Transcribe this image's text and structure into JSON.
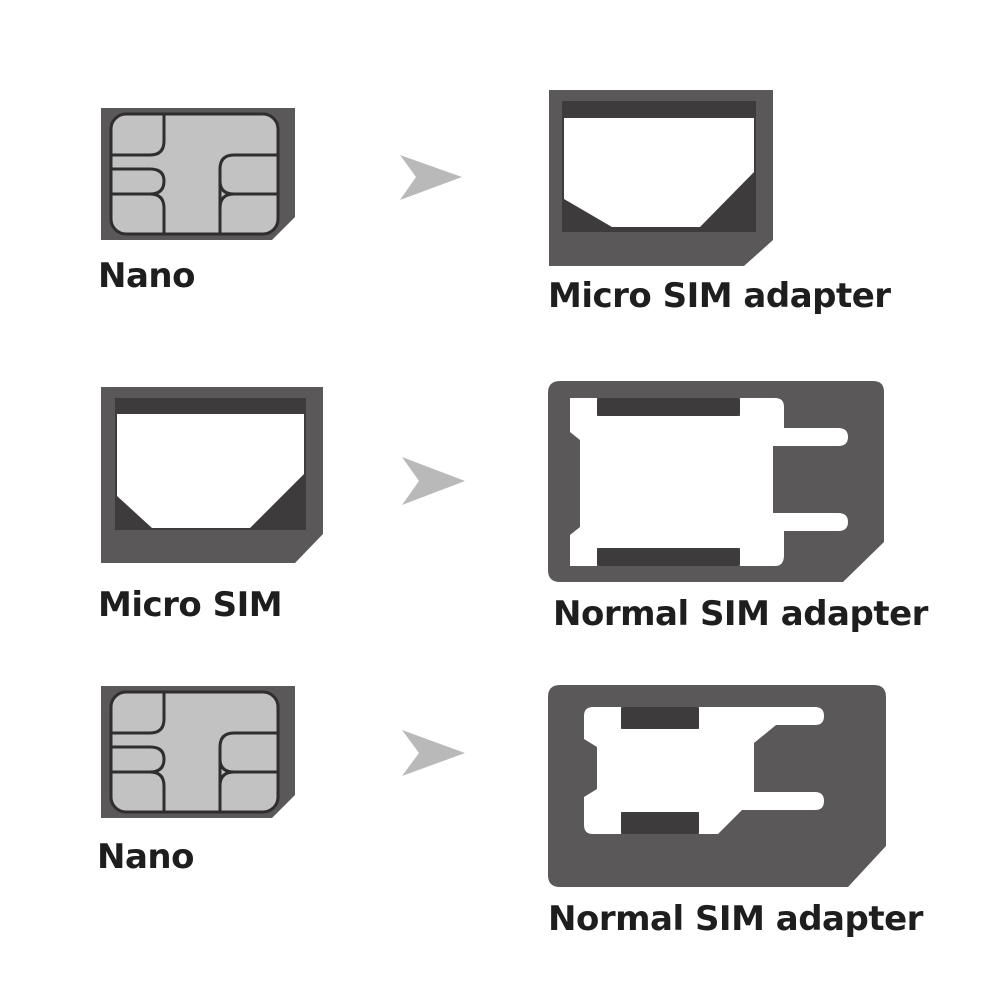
{
  "colors": {
    "card": "#5b5859",
    "card_dark": "#3e3b3c",
    "chip_fill": "#c2c2c2",
    "chip_line": "#2f2d2e",
    "arrow": "#b9b9b9",
    "text": "#1e1e1e",
    "background": "#ffffff"
  },
  "rows": [
    {
      "left_label": "Nano",
      "left_icon": "nano-sim-icon",
      "arrow_icon": "arrow-right-icon",
      "right_label": "Micro SIM adapter",
      "right_icon": "micro-sim-adapter-icon"
    },
    {
      "left_label": "Micro SIM",
      "left_icon": "micro-sim-icon",
      "arrow_icon": "arrow-right-icon",
      "right_label": "Normal SIM adapter",
      "right_icon": "normal-sim-adapter-icon"
    },
    {
      "left_label": "Nano",
      "left_icon": "nano-sim-icon",
      "arrow_icon": "arrow-right-icon",
      "right_label": "Normal SIM adapter",
      "right_icon": "normal-sim-adapter-icon"
    }
  ]
}
